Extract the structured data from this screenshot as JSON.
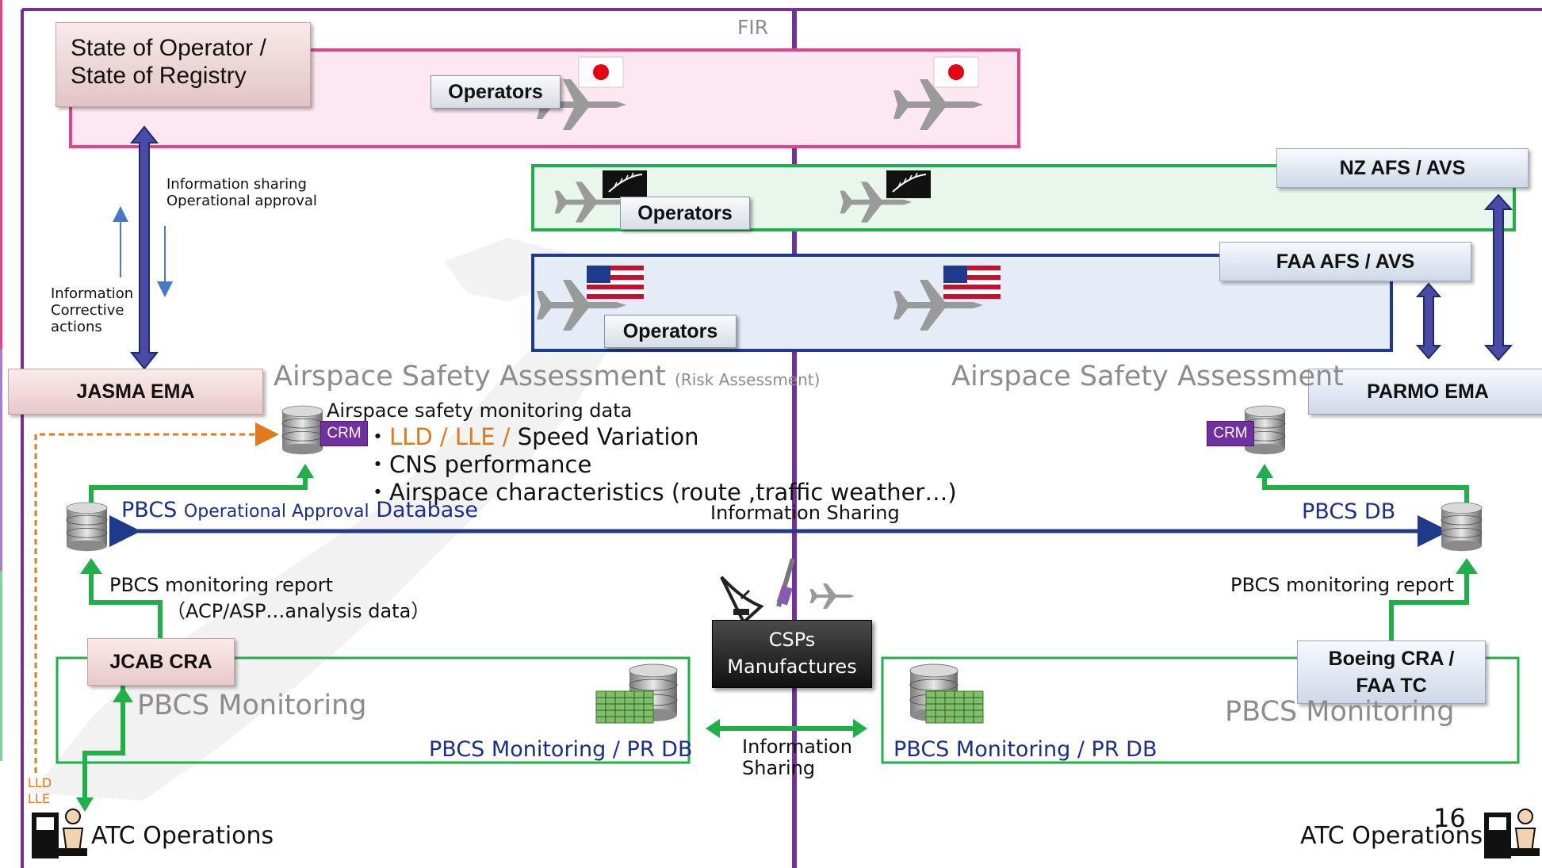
{
  "fir_label": "FIR",
  "state_box": {
    "line1": "State of Operator /",
    "line2": "State of Registry"
  },
  "operators_labels": [
    "Operators",
    "Operators",
    "Operators"
  ],
  "authorities": {
    "nz": "NZ AFS /  AVS",
    "faa": "FAA AFS / AVS"
  },
  "left_arrow_notes": {
    "right": [
      "Information sharing",
      "Operational approval"
    ],
    "left": [
      "Information",
      "Corrective",
      "actions"
    ]
  },
  "ema": {
    "left": "JASMA EMA",
    "right": "PARMO EMA"
  },
  "assessment": {
    "left_title": "Airspace Safety Assessment",
    "left_suffix": "(Risk Assessment)",
    "right_title": "Airspace Safety Assessment",
    "monitoring_data": "Airspace safety monitoring data",
    "crm": "CRM",
    "bullets": {
      "lld": "LLD",
      "sep1": " / ",
      "lle": "LLE",
      "sep2": " / ",
      "speed": "Speed Variation",
      "cns": "CNS performance",
      "airspace": "Airspace characteristics (route ,traffic weather…)"
    },
    "bullet_mark": "・"
  },
  "pbcs_db": {
    "left_a": "PBCS",
    "left_b": "Operational Approval",
    "left_c": "Database",
    "right": "PBCS  DB",
    "sharing": "Information Sharing"
  },
  "monitoring_report": {
    "left_line1": "PBCS monitoring report",
    "left_line2": "（ACP/ASP…analysis data）",
    "right": "PBCS monitoring report"
  },
  "cra": {
    "left": "JCAB CRA",
    "right_line1": "Boeing CRA /",
    "right_line2": "FAA TC"
  },
  "csp": {
    "line1": "CSPs",
    "line2": "Manufactures"
  },
  "pbcs_monitoring": {
    "title": "PBCS Monitoring",
    "db_left": "PBCS Monitoring / PR DB",
    "db_right": "PBCS Monitoring / PR DB",
    "sharing_line1": "Information",
    "sharing_line2": "Sharing"
  },
  "lld_lle": {
    "lld": "LLD",
    "lle": "LLE"
  },
  "atc": {
    "left": "ATC Operations",
    "right": "ATC Operations"
  },
  "page_number": "16",
  "colors": {
    "purple": "#7030a0",
    "pink": "#e9408a",
    "green": "#1fb04a",
    "navy": "#1f3a8a",
    "orange": "#e07a1a",
    "pink_fill": "#fde8f1",
    "green_fill": "#e8f6ec",
    "blue_fill": "#e6ecf7"
  },
  "icons": [
    "airplane-icon",
    "japan-flag-icon",
    "nz-fern-flag-icon",
    "us-flag-icon",
    "database-icon",
    "satellite-dish-icon",
    "satellite-icon",
    "controller-workstation-icon"
  ]
}
